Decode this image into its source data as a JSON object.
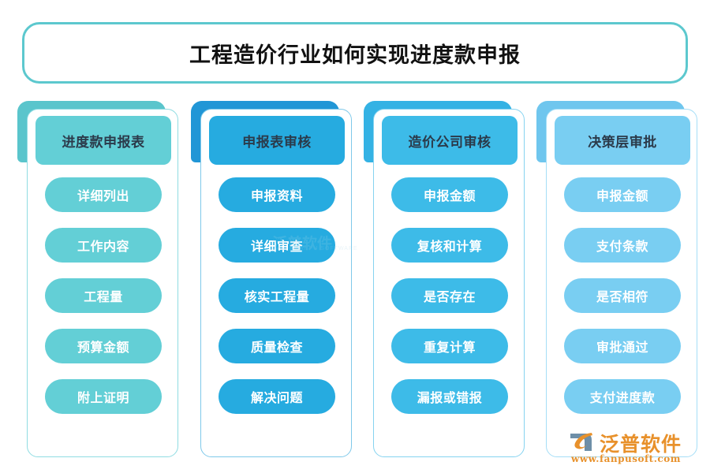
{
  "title": {
    "text": "工程造价行业如何实现进度款申报"
  },
  "columns": [
    {
      "header": "进度款申报表",
      "color": "#63CFD6",
      "backing_color": "#5AC5CC",
      "border_color": "#8FDCE2",
      "items": [
        "详细列出",
        "工作内容",
        "工程量",
        "预算金额",
        "附上证明"
      ]
    },
    {
      "header": "申报表审核",
      "color": "#26ABE0",
      "backing_color": "#2196D6",
      "border_color": "#7FC9EA",
      "items": [
        "申报资料",
        "详细审查",
        "核实工程量",
        "质量检查",
        "解决问题"
      ]
    },
    {
      "header": "造价公司审核",
      "color": "#3DBBE8",
      "backing_color": "#34B2E4",
      "border_color": "#86D3F0",
      "items": [
        "申报金额",
        "复核和计算",
        "是否存在",
        "重复计算",
        "漏报或错报"
      ]
    },
    {
      "header": "决策层审批",
      "color": "#79CEF2",
      "backing_color": "#6FC6EE",
      "border_color": "#A5DEF7",
      "items": [
        "申报金额",
        "支付条款",
        "是否相符",
        "审批通过",
        "支付进度款"
      ]
    }
  ],
  "watermark": {
    "text": "泛普软件",
    "sub": "FANPU SOFTWARE"
  },
  "brand": {
    "name": "泛普软件",
    "url": "www.fanpusoft.com",
    "mark_color_a": "#6E8FA8",
    "mark_color_b": "#E8912B"
  }
}
